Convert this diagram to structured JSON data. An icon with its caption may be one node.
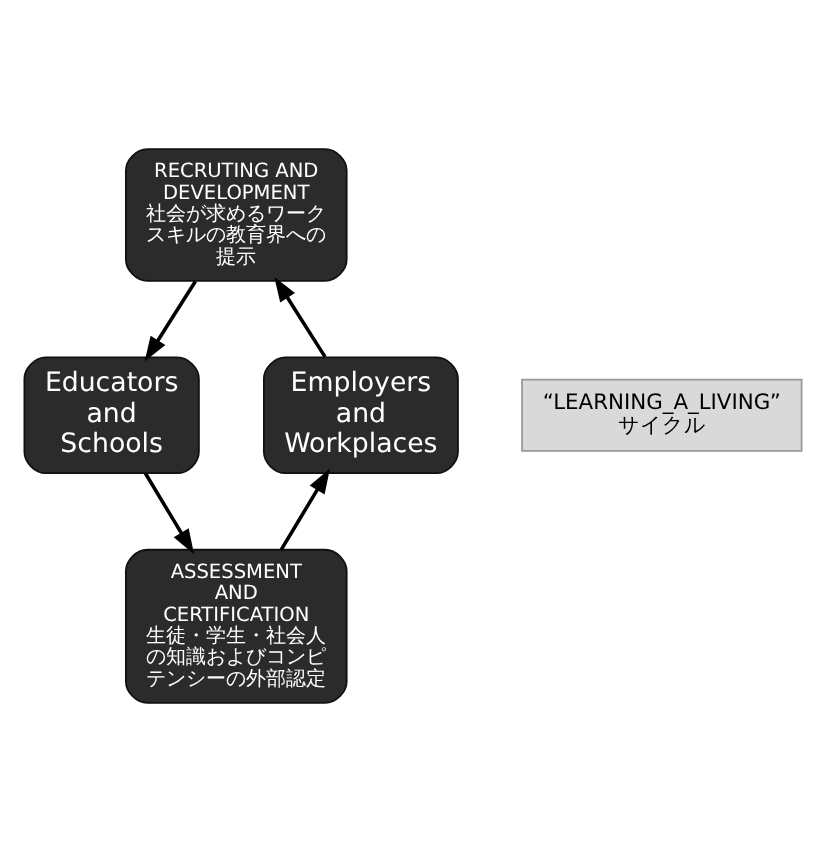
{
  "diagram": {
    "nodes": [
      {
        "text": [
          "RECRUTING AND DEVELOPMENT",
          "社会が求めるワークスキルの教育界への提示"
        ]
      },
      {
        "text": [
          "Educators and Schools"
        ]
      },
      {
        "text": [
          "ASSESSMENT AND CERTIFICATION",
          "生徒・学生・社会人の知識およびコンピテンシーの外部認定"
        ]
      },
      {
        "text": [
          "Employers and Workplaces"
        ]
      },
      {
        "text": [
          "“LEARNING_A_LIVING” サイクル"
        ]
      }
    ],
    "edges": [
      {
        "from": 0,
        "to": 1,
        "arrow": "to"
      },
      {
        "from": 1,
        "to": 2,
        "arrow": "to"
      },
      {
        "from": 2,
        "to": 3,
        "arrow": "to"
      },
      {
        "from": 3,
        "to": 0,
        "arrow": "to"
      }
    ]
  }
}
